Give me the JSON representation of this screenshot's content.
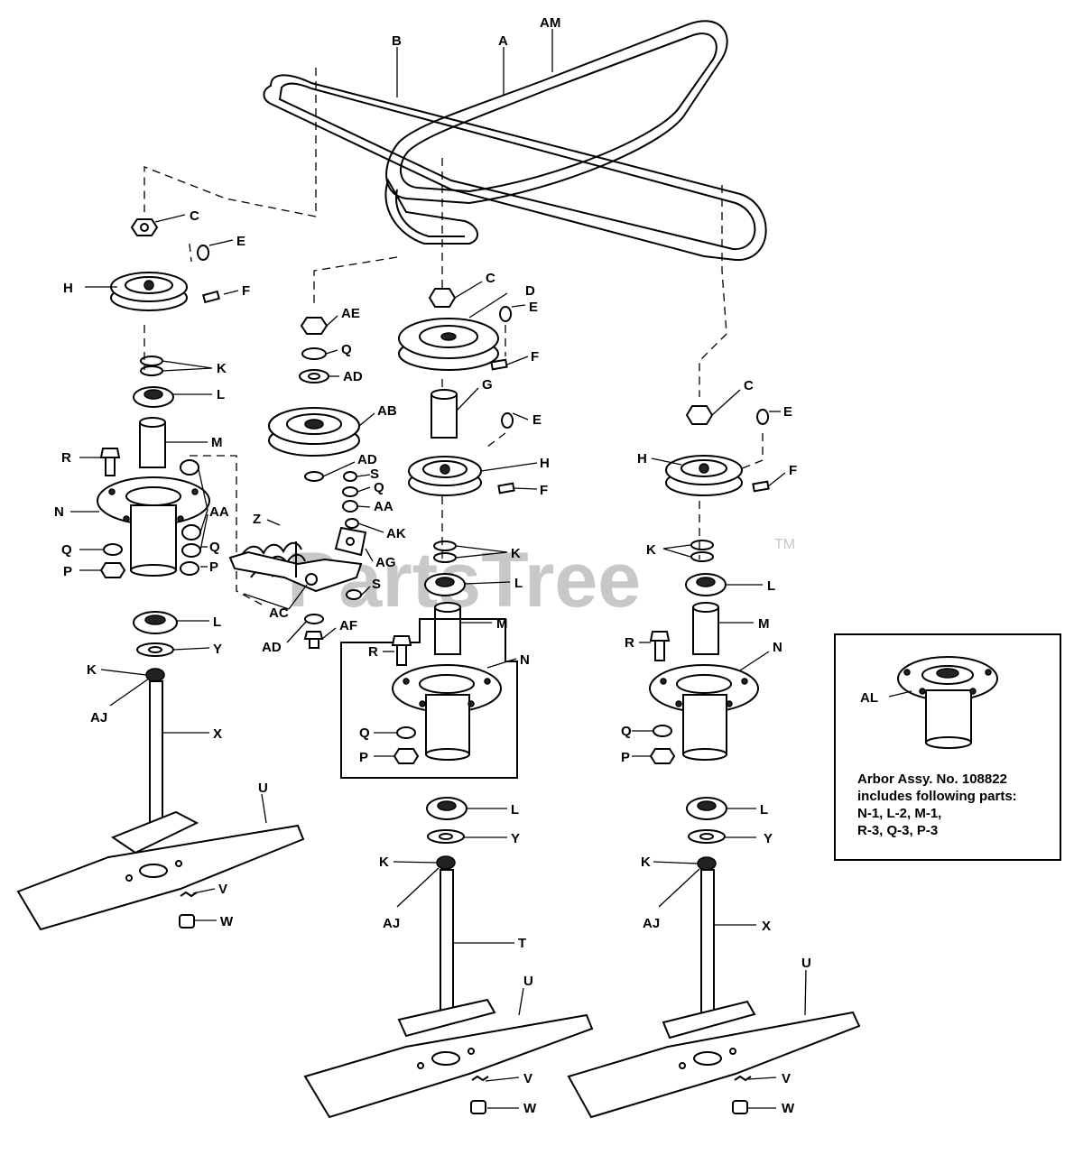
{
  "watermark": {
    "text": "PartsTree",
    "tm": "TM"
  },
  "arbor_note": {
    "callout": "AL",
    "lines": [
      "Arbor Assy. No. 108822",
      "includes following parts:",
      "N-1, L-2, M-1,",
      "R-3, Q-3, P-3"
    ]
  },
  "labels": {
    "am": "AM",
    "a": "A",
    "b": "B",
    "c_left": "C",
    "c_mid": "C",
    "c_right": "C",
    "d": "D",
    "e_left": "E",
    "e_mid1": "E",
    "e_mid2": "E",
    "e_right": "E",
    "f_left": "F",
    "f_mid1": "F",
    "f_mid2": "F",
    "f_right": "F",
    "g": "G",
    "h_left": "H",
    "h_mid": "H",
    "h_right": "H",
    "k_left1": "K",
    "k_left2": "K",
    "k_mid1": "K",
    "k_mid2": "K",
    "k_right1": "K",
    "k_right2": "K",
    "l_left1": "L",
    "l_left2": "L",
    "l_mid1": "L",
    "l_mid2": "L",
    "l_right1": "L",
    "l_right2": "L",
    "m_left": "M",
    "m_mid": "M",
    "m_right": "M",
    "n_left": "N",
    "n_mid": "N",
    "n_right": "N",
    "r_left": "R",
    "r_mid": "R",
    "r_right": "R",
    "q_left1": "Q",
    "q_left2": "Q",
    "q_idler1": "Q",
    "q_idler2": "Q",
    "q_mid": "Q",
    "q_right": "Q",
    "p_left1": "P",
    "p_left2": "P",
    "p_mid": "P",
    "p_right": "P",
    "aa_left": "AA",
    "aa_idler1": "AA",
    "ae": "AE",
    "ad1": "AD",
    "ad2": "AD",
    "ad3": "AD",
    "ab": "AB",
    "ak": "AK",
    "ag": "AG",
    "ac": "AC",
    "z": "Z",
    "s": "S",
    "af": "AF",
    "y_left": "Y",
    "y_mid": "Y",
    "y_right": "Y",
    "aj_left": "AJ",
    "aj_mid": "AJ",
    "aj_right": "AJ",
    "x_left": "X",
    "x_right": "X",
    "t": "T",
    "u_left": "U",
    "u_mid": "U",
    "u_right": "U",
    "v_left": "V",
    "v_mid": "V",
    "v_right": "V",
    "w_left": "W",
    "w_mid": "W",
    "w_right": "W"
  }
}
